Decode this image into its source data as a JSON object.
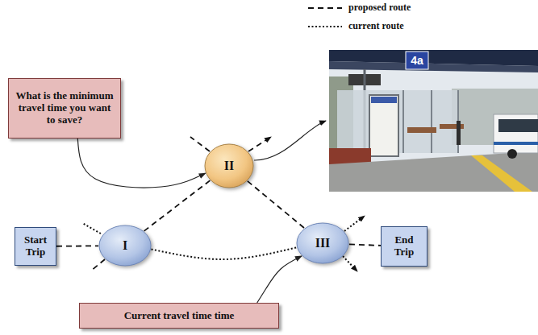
{
  "diagram": {
    "nodes": [
      {
        "text": [
          "What is the minimum travel time you want to save?"
        ]
      },
      {
        "text": [
          "II"
        ]
      },
      {
        "text": [
          "Start Trip"
        ]
      },
      {
        "text": [
          "I"
        ]
      },
      {
        "text": [
          "III"
        ]
      },
      {
        "text": [
          "End Trip"
        ]
      },
      {
        "text": [
          "Current travel time time"
        ]
      }
    ],
    "edges": [
      {
        "from": 2,
        "to": 3,
        "arrow": "none"
      },
      {
        "from": 3,
        "to": 1,
        "arrow": "none"
      },
      {
        "from": 1,
        "to": 4,
        "arrow": "none"
      },
      {
        "from": 3,
        "to": 4,
        "arrow": "none"
      },
      {
        "from": 4,
        "to": 5,
        "arrow": "none"
      },
      {
        "from": 0,
        "to": 1,
        "arrow": "to"
      },
      {
        "from": 6,
        "to": 4,
        "arrow": "to"
      }
    ],
    "labels": [
      "4a"
    ],
    "legend": [
      {
        "text": "proposed route"
      },
      {
        "text": "current route"
      }
    ]
  }
}
